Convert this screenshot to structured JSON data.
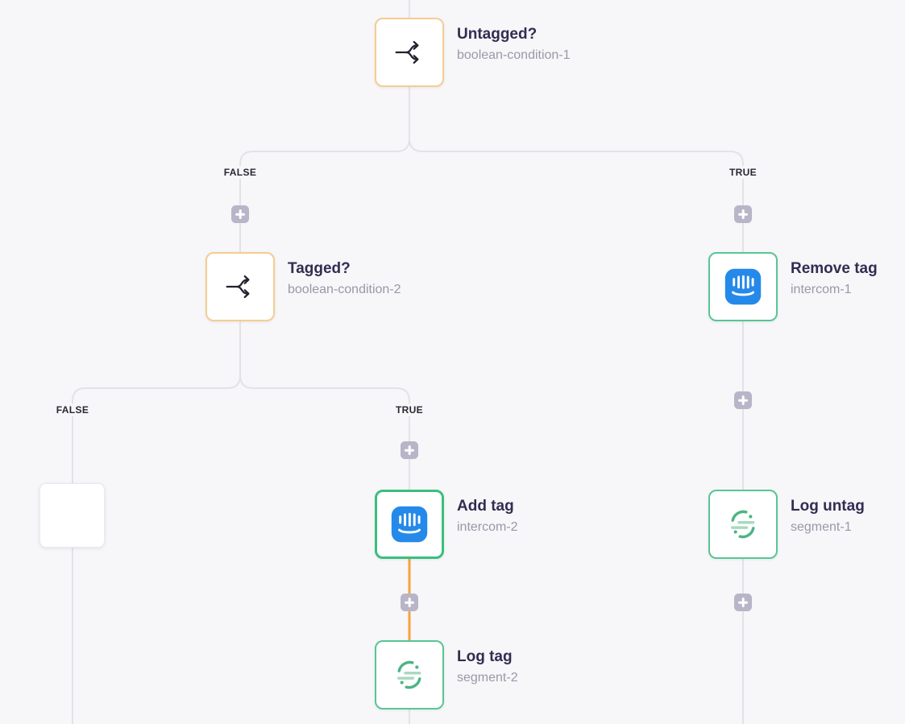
{
  "flow": {
    "nodes": [
      {
        "title": "Untagged?",
        "subtitle": "boolean-condition-1",
        "icon": "branch-split-icon",
        "kind": "condition"
      },
      {
        "title": "Tagged?",
        "subtitle": "boolean-condition-2",
        "icon": "branch-split-icon",
        "kind": "condition"
      },
      {
        "title": "Remove tag",
        "subtitle": "intercom-1",
        "icon": "intercom-icon",
        "kind": "action"
      },
      {
        "title": "Add tag",
        "subtitle": "intercom-2",
        "icon": "intercom-icon",
        "kind": "action-selected"
      },
      {
        "title": "Log untag",
        "subtitle": "segment-1",
        "icon": "segment-icon",
        "kind": "action"
      },
      {
        "title": "Log tag",
        "subtitle": "segment-2",
        "icon": "segment-icon",
        "kind": "action"
      }
    ],
    "branch_labels": {
      "untagged_false": "FALSE",
      "untagged_true": "TRUE",
      "tagged_false": "FALSE",
      "tagged_true": "TRUE"
    },
    "colors": {
      "background": "#f7f6f8",
      "connector": "#e4e2e9",
      "active_connector": "#f8a23c",
      "condition_border": "#f5cd90",
      "action_border": "#58c694",
      "selected_border": "#3abf7e",
      "intercom_blue": "#2589ea",
      "segment_green": "#4cb583",
      "segment_green_light": "#a9d9c0",
      "title_text": "#312d52",
      "subtitle_text": "#9b98a8",
      "plus_button": "#b8b5c8"
    }
  }
}
